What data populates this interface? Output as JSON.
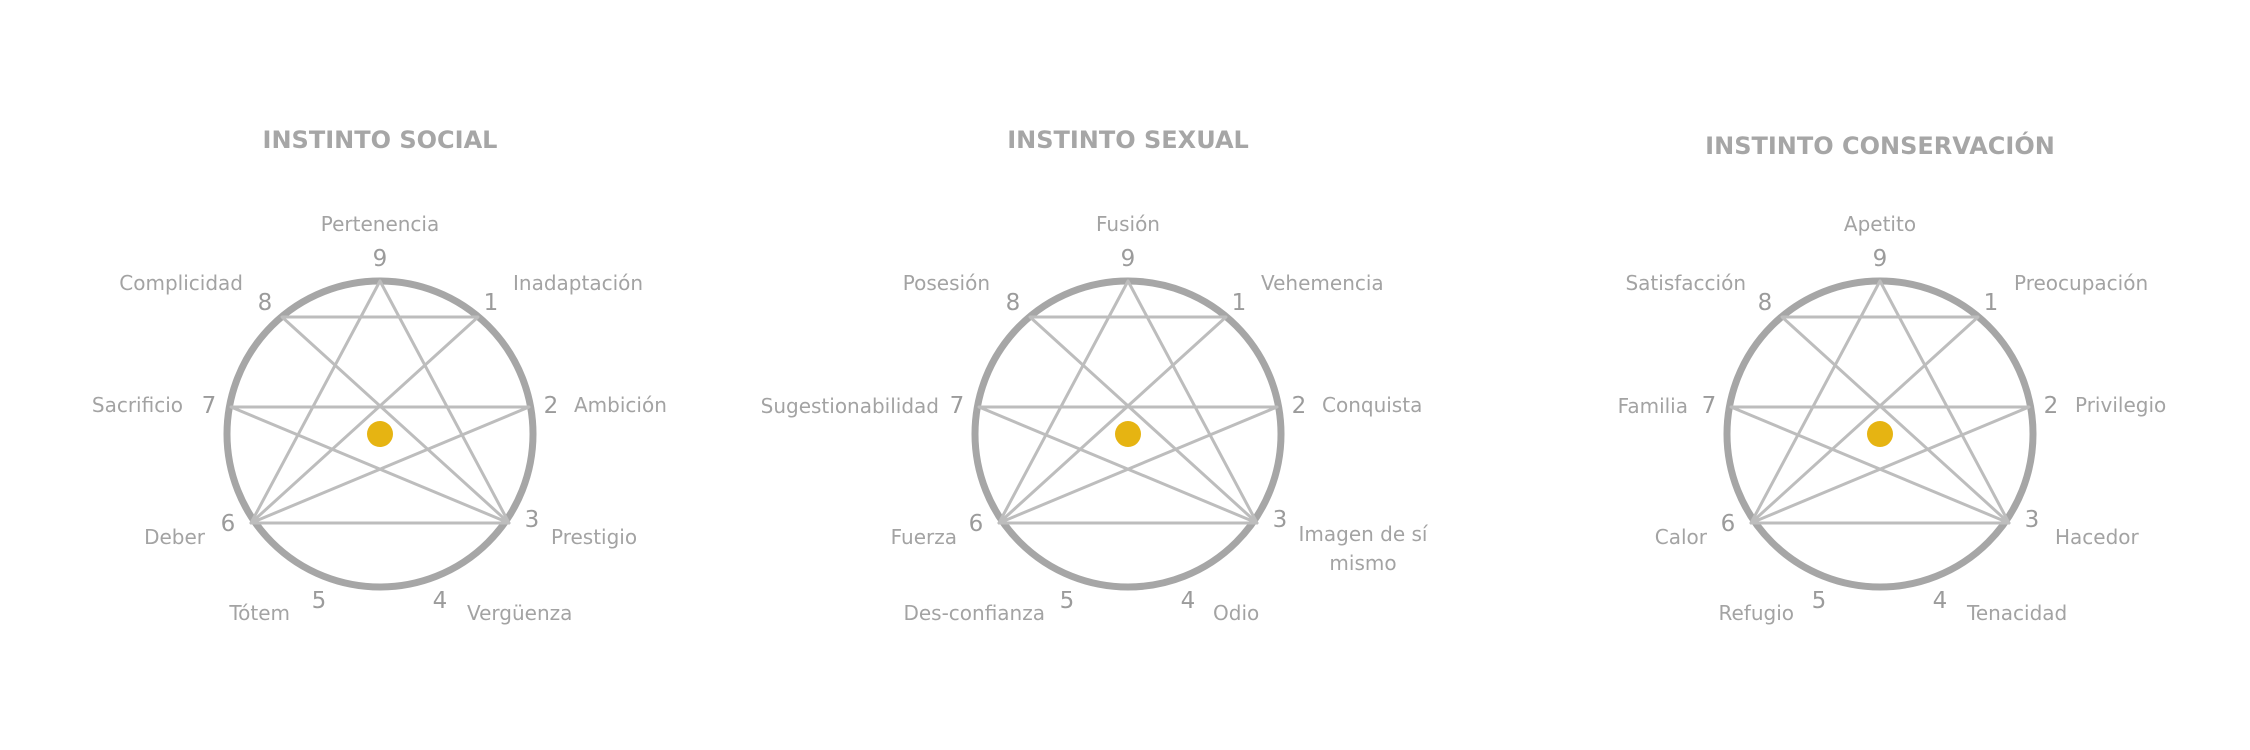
{
  "colors": {
    "circle": "#a6a6a6",
    "lines": "#bdbdbd",
    "text": "#a3a3a3",
    "center_dot": "#e6b412",
    "background": "#ffffff"
  },
  "panels": [
    {
      "title": "INSTINTO SOCIAL",
      "points": [
        {
          "number": "9",
          "label": "Pertenencia"
        },
        {
          "number": "1",
          "label": "Inadaptación"
        },
        {
          "number": "2",
          "label": "Ambición"
        },
        {
          "number": "3",
          "label": "Prestigio"
        },
        {
          "number": "4",
          "label": "Vergüenza"
        },
        {
          "number": "5",
          "label": "Tótem"
        },
        {
          "number": "6",
          "label": "Deber"
        },
        {
          "number": "7",
          "label": "Sacrificio"
        },
        {
          "number": "8",
          "label": "Complicidad"
        }
      ]
    },
    {
      "title": "INSTINTO SEXUAL",
      "points": [
        {
          "number": "9",
          "label": "Fusión"
        },
        {
          "number": "1",
          "label": "Vehemencia"
        },
        {
          "number": "2",
          "label": "Conquista"
        },
        {
          "number": "3",
          "label": "Imagen de sí",
          "label_line2": "mismo"
        },
        {
          "number": "4",
          "label": "Odio"
        },
        {
          "number": "5",
          "label": "Des-confianza"
        },
        {
          "number": "6",
          "label": "Fuerza"
        },
        {
          "number": "7",
          "label": "Sugestionabilidad"
        },
        {
          "number": "8",
          "label": "Posesión"
        }
      ]
    },
    {
      "title": "INSTINTO CONSERVACIÓN",
      "points": [
        {
          "number": "9",
          "label": "Apetito"
        },
        {
          "number": "1",
          "label": "Preocupación"
        },
        {
          "number": "2",
          "label": "Privilegio"
        },
        {
          "number": "3",
          "label": "Hacedor"
        },
        {
          "number": "4",
          "label": "Tenacidad"
        },
        {
          "number": "5",
          "label": "Refugio"
        },
        {
          "number": "6",
          "label": "Calor"
        },
        {
          "number": "7",
          "label": "Familia"
        },
        {
          "number": "8",
          "label": "Satisfacción"
        }
      ]
    }
  ]
}
